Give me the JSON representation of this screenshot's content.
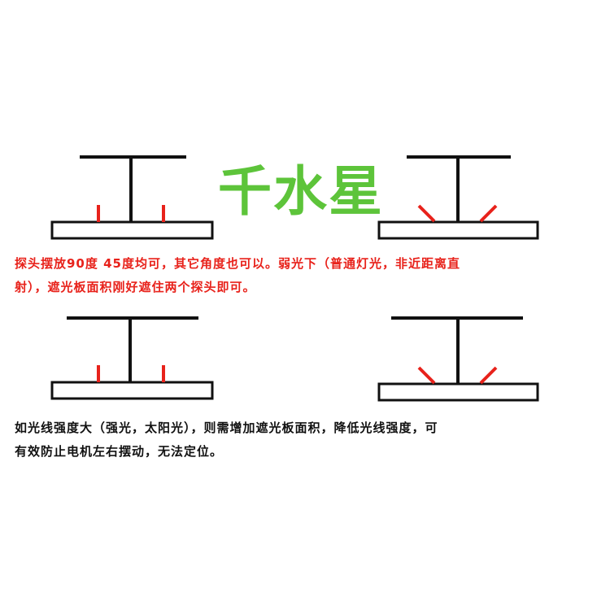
{
  "brand": {
    "text": "千水星",
    "color": "#5dc43a"
  },
  "notes": {
    "weak_light": {
      "color": "#e8221b",
      "lines": [
        "探头摆放90度 45度均可，其它角度也可以。弱光下（普通灯光，非近距离直",
        "射），遮光板面积刚好遮住两个探头即可。"
      ]
    },
    "strong_light": {
      "color": "#111111",
      "lines": [
        "如光线强度大（强光，太阳光），则需增加遮光板面积，降低光线强度，可",
        "有效防止电机左右摆动，无法定位。"
      ]
    }
  },
  "diagram_colors": {
    "structure": "#111111",
    "probe": "#e8221b"
  },
  "sensor_figures": [
    {
      "id": "top-left",
      "shade_size": "small",
      "probe_angle": "90°"
    },
    {
      "id": "top-right",
      "shade_size": "small",
      "probe_angle": "45°"
    },
    {
      "id": "bottom-left",
      "shade_size": "large",
      "probe_angle": "90°"
    },
    {
      "id": "bottom-right",
      "shade_size": "large",
      "probe_angle": "45°"
    }
  ]
}
